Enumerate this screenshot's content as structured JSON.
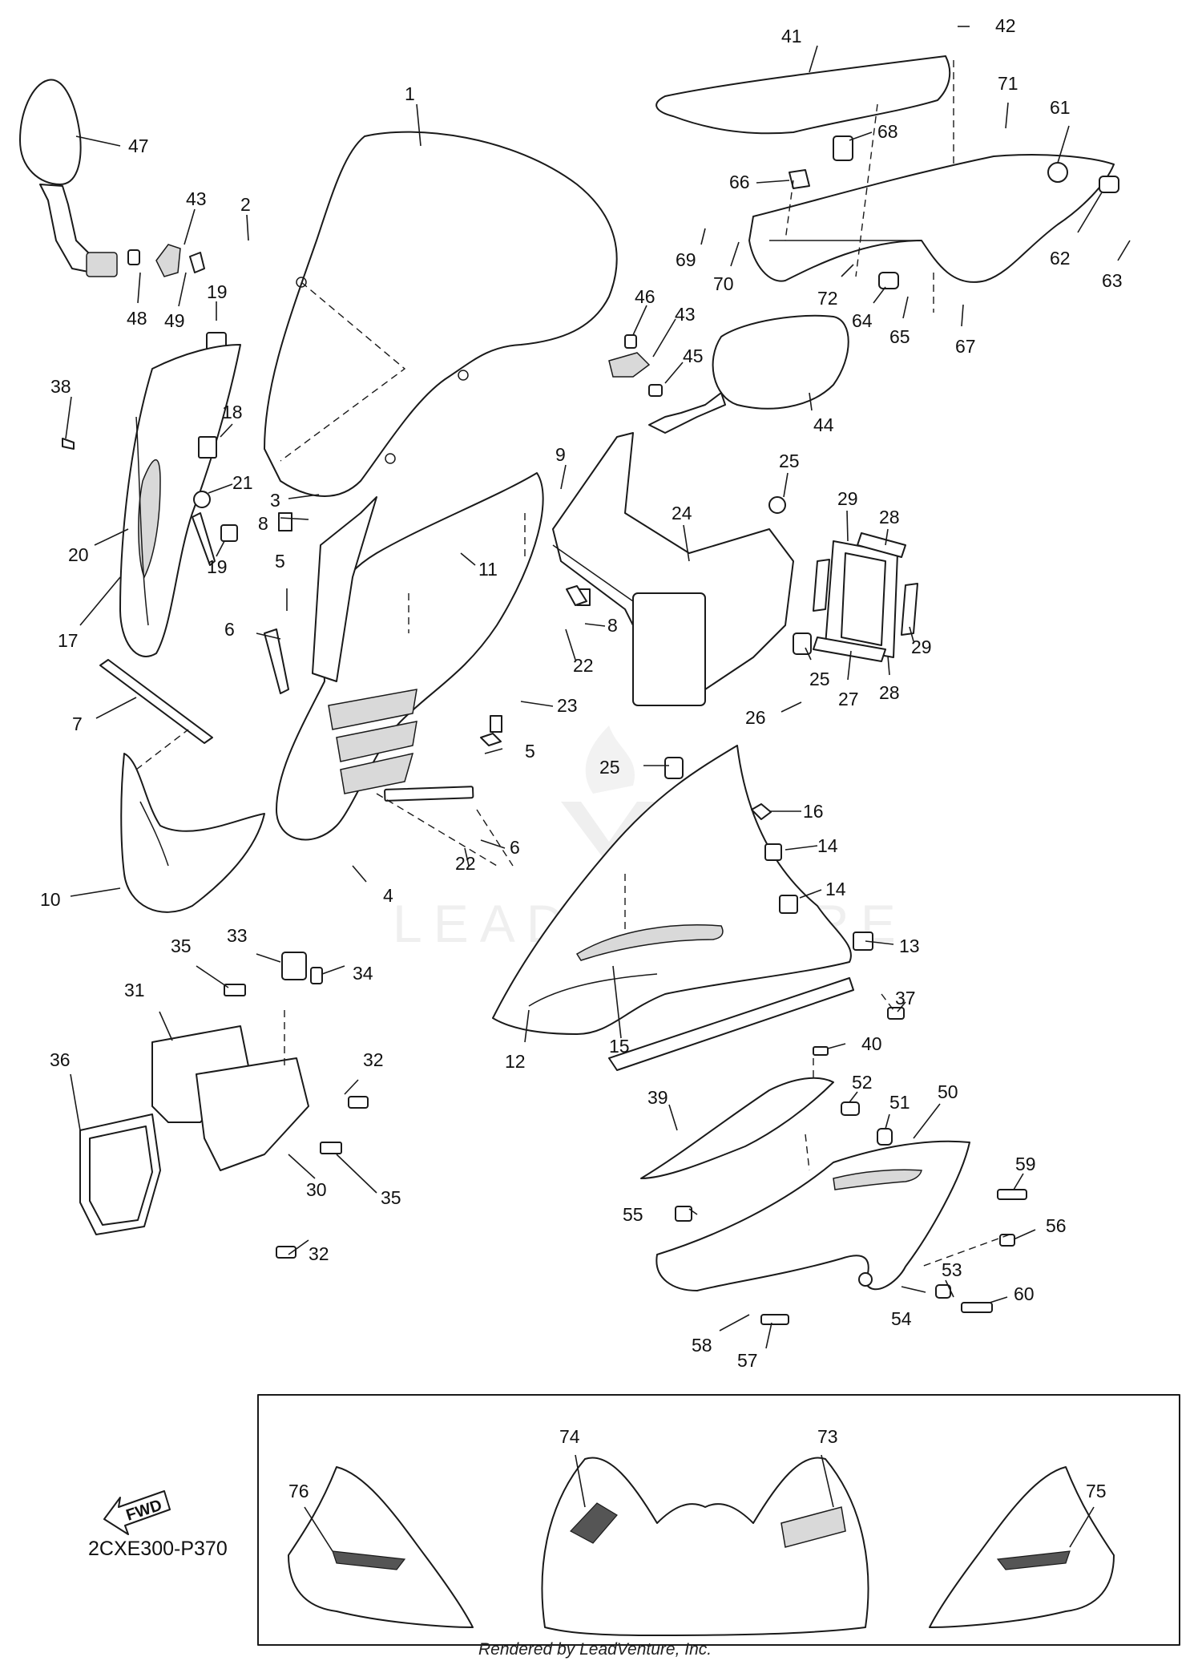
{
  "diagram": {
    "code": "2CXE300-P370",
    "credit": "Rendered by LeadVenture, Inc.",
    "watermark": "LEADVENTURE",
    "fwd_label": "FWD",
    "callouts": [
      {
        "id": "c1",
        "label": "1"
      },
      {
        "id": "c2",
        "label": "2"
      },
      {
        "id": "c3",
        "label": "3"
      },
      {
        "id": "c4",
        "label": "4"
      },
      {
        "id": "c5a",
        "label": "5"
      },
      {
        "id": "c5b",
        "label": "5"
      },
      {
        "id": "c6a",
        "label": "6"
      },
      {
        "id": "c6b",
        "label": "6"
      },
      {
        "id": "c7",
        "label": "7"
      },
      {
        "id": "c8a",
        "label": "8"
      },
      {
        "id": "c8b",
        "label": "8"
      },
      {
        "id": "c9",
        "label": "9"
      },
      {
        "id": "c10",
        "label": "10"
      },
      {
        "id": "c11",
        "label": "11"
      },
      {
        "id": "c12",
        "label": "12"
      },
      {
        "id": "c13",
        "label": "13"
      },
      {
        "id": "c14a",
        "label": "14"
      },
      {
        "id": "c14b",
        "label": "14"
      },
      {
        "id": "c15",
        "label": "15"
      },
      {
        "id": "c16",
        "label": "16"
      },
      {
        "id": "c17",
        "label": "17"
      },
      {
        "id": "c18",
        "label": "18"
      },
      {
        "id": "c19a",
        "label": "19"
      },
      {
        "id": "c19b",
        "label": "19"
      },
      {
        "id": "c20",
        "label": "20"
      },
      {
        "id": "c21",
        "label": "21"
      },
      {
        "id": "c22a",
        "label": "22"
      },
      {
        "id": "c22b",
        "label": "22"
      },
      {
        "id": "c23",
        "label": "23"
      },
      {
        "id": "c24",
        "label": "24"
      },
      {
        "id": "c25a",
        "label": "25"
      },
      {
        "id": "c25b",
        "label": "25"
      },
      {
        "id": "c25c",
        "label": "25"
      },
      {
        "id": "c26",
        "label": "26"
      },
      {
        "id": "c27",
        "label": "27"
      },
      {
        "id": "c28a",
        "label": "28"
      },
      {
        "id": "c28b",
        "label": "28"
      },
      {
        "id": "c29a",
        "label": "29"
      },
      {
        "id": "c29b",
        "label": "29"
      },
      {
        "id": "c30",
        "label": "30"
      },
      {
        "id": "c31",
        "label": "31"
      },
      {
        "id": "c32a",
        "label": "32"
      },
      {
        "id": "c32b",
        "label": "32"
      },
      {
        "id": "c33",
        "label": "33"
      },
      {
        "id": "c34",
        "label": "34"
      },
      {
        "id": "c35a",
        "label": "35"
      },
      {
        "id": "c35b",
        "label": "35"
      },
      {
        "id": "c36",
        "label": "36"
      },
      {
        "id": "c37",
        "label": "37"
      },
      {
        "id": "c38",
        "label": "38"
      },
      {
        "id": "c39",
        "label": "39"
      },
      {
        "id": "c40",
        "label": "40"
      },
      {
        "id": "c41",
        "label": "41"
      },
      {
        "id": "c42",
        "label": "42"
      },
      {
        "id": "c43a",
        "label": "43"
      },
      {
        "id": "c43b",
        "label": "43"
      },
      {
        "id": "c44",
        "label": "44"
      },
      {
        "id": "c45",
        "label": "45"
      },
      {
        "id": "c46",
        "label": "46"
      },
      {
        "id": "c47",
        "label": "47"
      },
      {
        "id": "c48",
        "label": "48"
      },
      {
        "id": "c49",
        "label": "49"
      },
      {
        "id": "c50",
        "label": "50"
      },
      {
        "id": "c51",
        "label": "51"
      },
      {
        "id": "c52",
        "label": "52"
      },
      {
        "id": "c53",
        "label": "53"
      },
      {
        "id": "c54",
        "label": "54"
      },
      {
        "id": "c55",
        "label": "55"
      },
      {
        "id": "c56",
        "label": "56"
      },
      {
        "id": "c57",
        "label": "57"
      },
      {
        "id": "c58",
        "label": "58"
      },
      {
        "id": "c59",
        "label": "59"
      },
      {
        "id": "c60",
        "label": "60"
      },
      {
        "id": "c61",
        "label": "61"
      },
      {
        "id": "c62",
        "label": "62"
      },
      {
        "id": "c63",
        "label": "63"
      },
      {
        "id": "c64",
        "label": "64"
      },
      {
        "id": "c65",
        "label": "65"
      },
      {
        "id": "c66",
        "label": "66"
      },
      {
        "id": "c67",
        "label": "67"
      },
      {
        "id": "c68",
        "label": "68"
      },
      {
        "id": "c69",
        "label": "69"
      },
      {
        "id": "c70",
        "label": "70"
      },
      {
        "id": "c71",
        "label": "71"
      },
      {
        "id": "c72",
        "label": "72"
      },
      {
        "id": "c73",
        "label": "73"
      },
      {
        "id": "c74",
        "label": "74"
      },
      {
        "id": "c75",
        "label": "75"
      },
      {
        "id": "c76",
        "label": "76"
      }
    ]
  }
}
